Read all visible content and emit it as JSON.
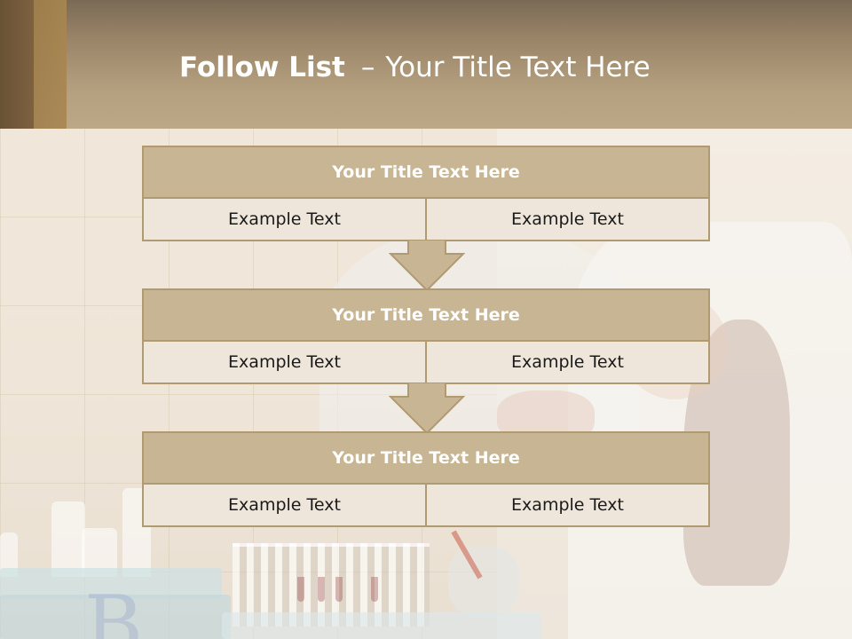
{
  "slide": {
    "title_bold": "Follow List",
    "title_dash": "–",
    "title_rest": "Your Title Text Here"
  },
  "steps": [
    {
      "title": "Your Title Text Here",
      "left": "Example Text",
      "right": "Example Text"
    },
    {
      "title": "Your Title Text Here",
      "left": "Example Text",
      "right": "Example Text"
    },
    {
      "title": "Your Title Text Here",
      "left": "Example Text",
      "right": "Example Text"
    }
  ],
  "colors": {
    "header": "#b4a07f",
    "box_header": "#c8b594",
    "box_border": "#b09a72",
    "arrow": "#c8b594"
  }
}
